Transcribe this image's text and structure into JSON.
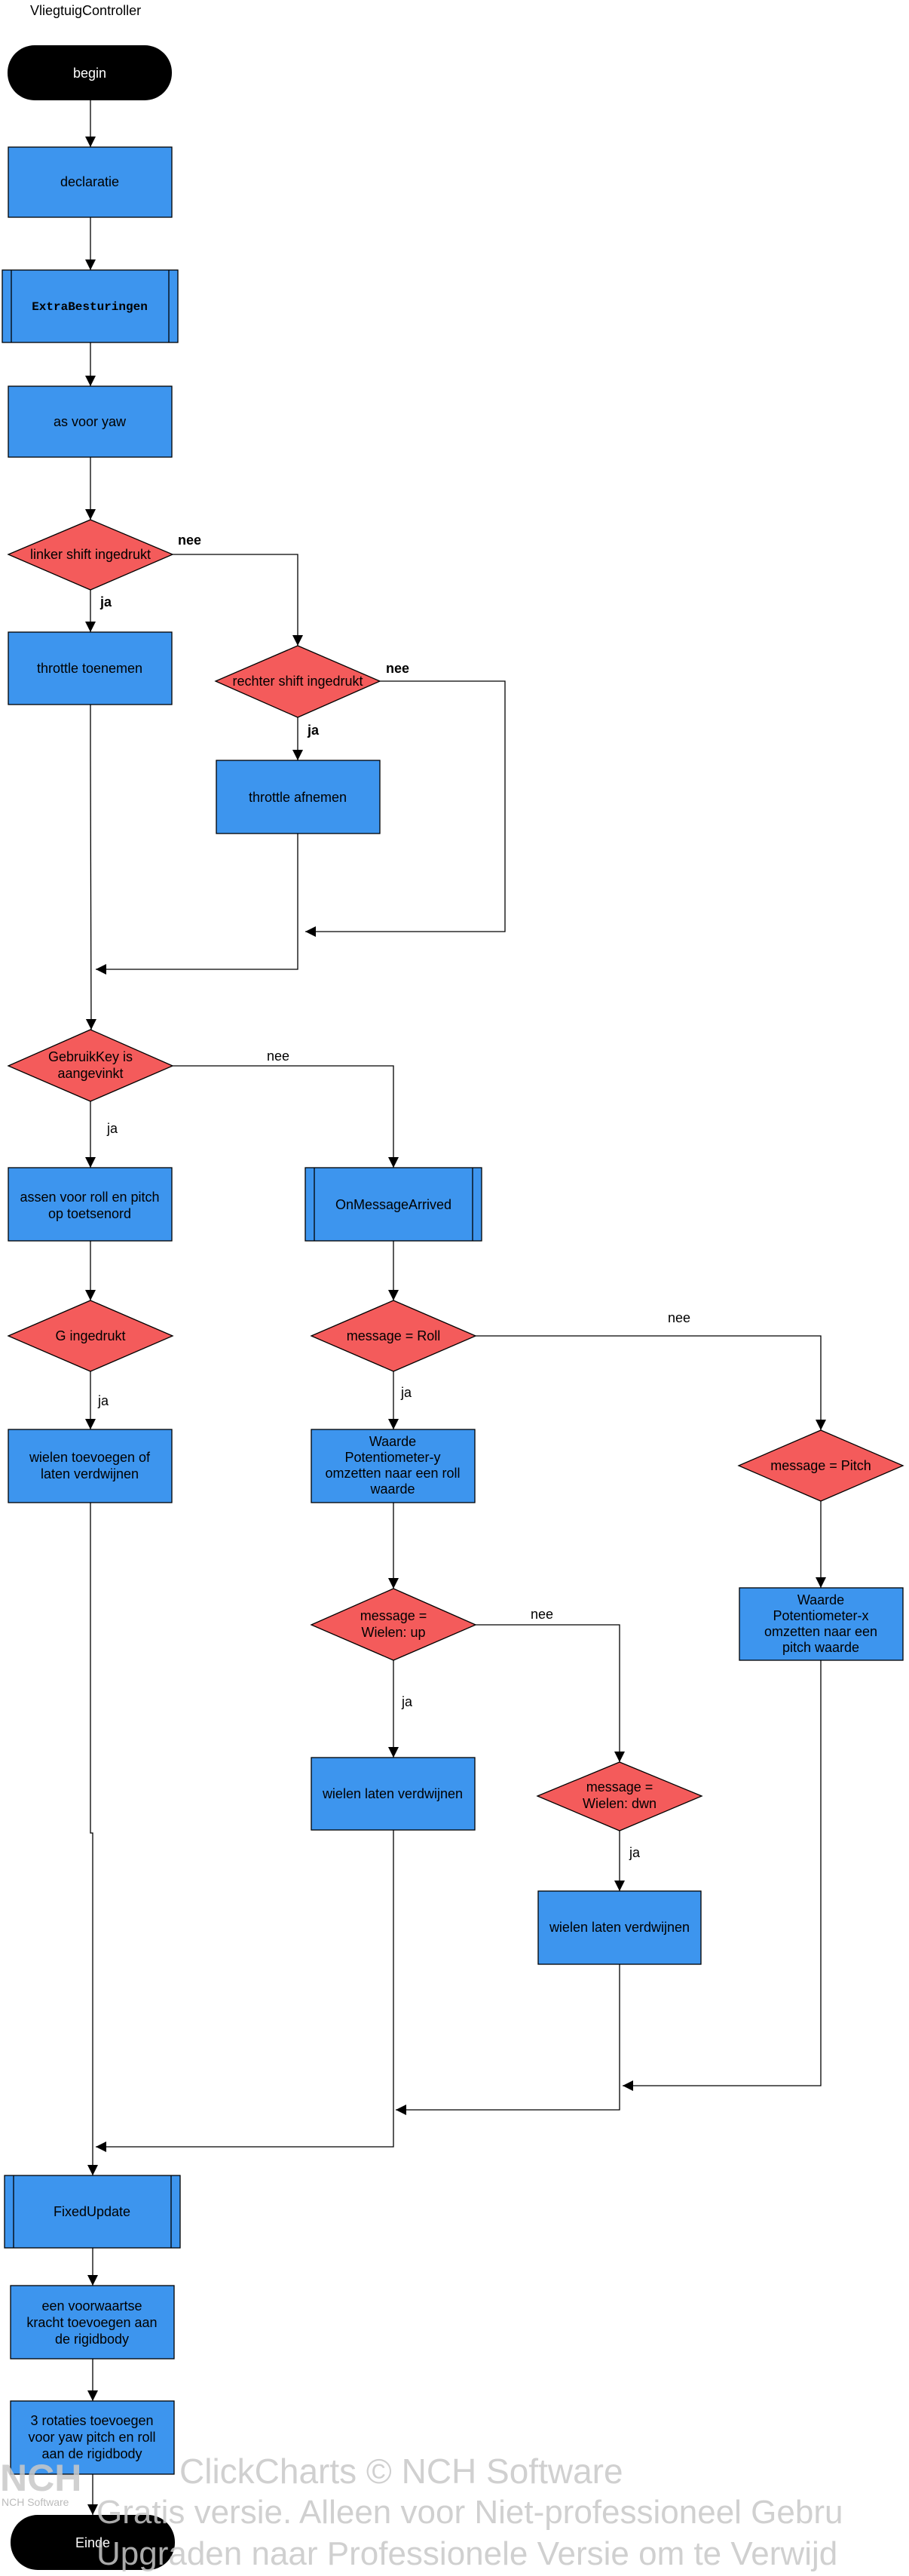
{
  "title": "VliegtuigController",
  "nodes": {
    "begin": "begin",
    "declaratie": "declaratie",
    "extra": "ExtraBesturingen",
    "yaw": "as voor yaw",
    "d_linker": "linker shift ingedrukt",
    "throttle_up": "throttle toenemen",
    "d_rechter": "rechter shift ingedrukt",
    "throttle_down": "throttle afnemen",
    "d_gebruik": [
      "GebruikKey is",
      "aangevinkt"
    ],
    "assen": [
      "assen voor roll en pitch",
      "op toetsenord"
    ],
    "onmessage": "OnMessageArrived",
    "d_g": "G ingedrukt",
    "d_roll": "message = Roll",
    "d_pitch": "message = Pitch",
    "wielen_toggle": [
      "wielen toevoegen of",
      "laten verdwijnen"
    ],
    "pot_y": [
      "Waarde",
      "Potentiometer-y",
      "omzetten naar een roll",
      "waarde"
    ],
    "pot_x": [
      "Waarde",
      "Potentiometer-x",
      "omzetten naar een",
      "pitch waarde"
    ],
    "d_up": [
      "message =",
      "Wielen: up"
    ],
    "wielen_up": "wielen laten verdwijnen",
    "d_dwn": [
      "message =",
      "Wielen: dwn"
    ],
    "wielen_dwn": "wielen laten verdwijnen",
    "fixed": "FixedUpdate",
    "kracht": [
      "een voorwaartse",
      "kracht toevoegen aan",
      "de rigidbody"
    ],
    "rotaties": [
      "3 rotaties toevoegen",
      "voor yaw pitch en roll",
      "aan de rigidbody"
    ],
    "einde": "Einde"
  },
  "labels": {
    "nee": "nee",
    "ja": "ja"
  },
  "watermark": {
    "line1": "ClickCharts © NCH Software",
    "line2": "Gratis versie. Alleen voor Niet-professioneel Gebru",
    "line3": "Upgraden naar Professionele Versie om te Verwijd",
    "logo_text": "NCH",
    "logo_caption": "NCH Software"
  },
  "colors": {
    "process": "#3d95ee",
    "decision": "#f45b5b",
    "terminal": "#000000",
    "line": "#000000"
  }
}
